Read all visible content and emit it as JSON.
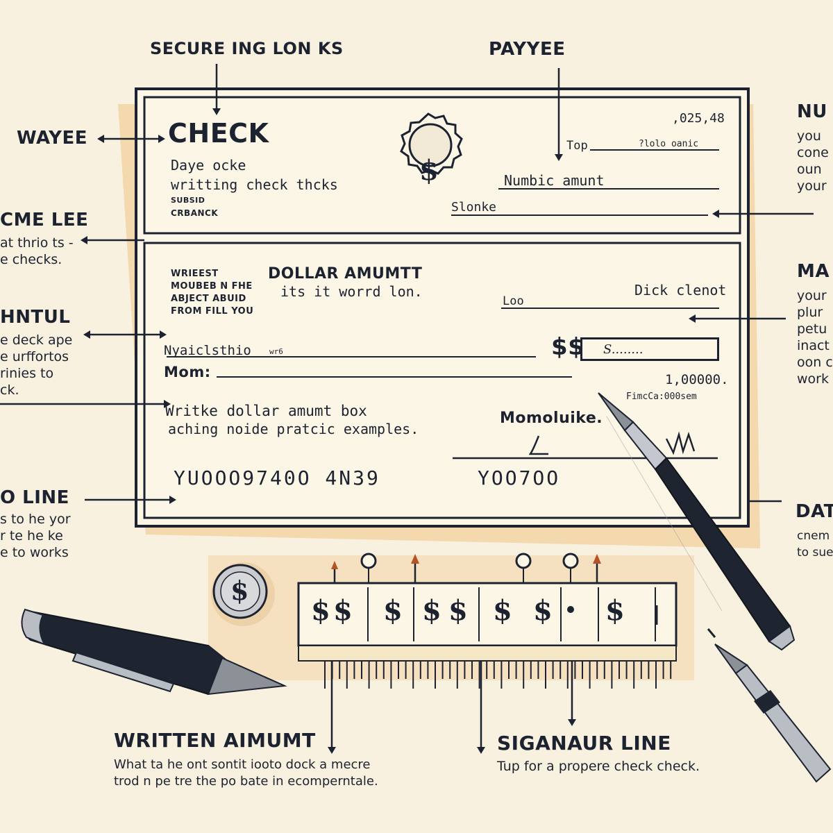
{
  "labels": {
    "top_left": "SECURE ING LON KS",
    "top_center": "PAYYEE",
    "top_right": "NU",
    "top_right_lines": [
      "you",
      "cone",
      "oun",
      "your"
    ],
    "left_1": "WAYEE",
    "left_2": "CME LEE",
    "left_2_lines": [
      "at thrio ts -",
      "e checks."
    ],
    "left_3": "HNTUL",
    "left_3_lines": [
      "e deck ape",
      "e urffortos",
      "rinies to",
      "ck."
    ],
    "left_4": "O LINE",
    "left_4_lines": [
      "s to he yor",
      "r te he ke",
      "e to works"
    ],
    "right_2": "MA",
    "right_2_lines": [
      "your",
      "plur",
      "petu",
      "inact",
      "oon c",
      "work"
    ],
    "right_3": "DAT",
    "right_3_lines": [
      "cnem",
      "to sue"
    ],
    "bottom_left_title": "WRITTEN AIMUMT",
    "bottom_left_lines": [
      "What ta he ont sontit iooto dock a mecre",
      "trod n pe tre the po bate in ecomperntale."
    ],
    "bottom_right_title": "SIGANAUR LINE",
    "bottom_right_lines": [
      "Tup for a propere check check."
    ]
  },
  "check": {
    "title": "CHECK",
    "subtitle_1": "Daye ocke",
    "subtitle_2": "writting check thcks",
    "small_1": "SUBSID",
    "small_2": "CRBANCK",
    "number": ",025,48",
    "top_line_label": "Top",
    "top_line_value": "?lolo oanic",
    "numeric_amount": "Numbic amunt",
    "signature_top": "Slonke",
    "memo_block": [
      "WRIEEST",
      "MOUBEB N FHE",
      "ABJECT ABUID",
      "FROM FILL YOU"
    ],
    "dollar_amount_heading": "DOLLAR AMUMTT",
    "dollar_amount_sub": "its it worrd lon.",
    "lo_label": "Loo",
    "dick_label": "Dick clenot",
    "pay_line": "Nyaiclsthio",
    "pay_line_small": "wr6",
    "memo_label": "Mom:",
    "currency": "$$",
    "box_text": "S........",
    "amount_numeric": "1,00000.",
    "amount_fine": "FimcCa:000sem",
    "instr_1": "Writke dollar amumt box",
    "instr_2": "aching noide pratcic examples.",
    "memo_right": "Momoluike.",
    "micr_left": "YUOOO9740O 4N39",
    "micr_right": "YOO7OO",
    "seal_symbol": "$"
  },
  "ruler": {
    "symbols": [
      "$",
      "$",
      "$",
      "$",
      "$",
      "$",
      "$",
      "$"
    ]
  },
  "coin_symbol": "$",
  "colors": {
    "background": "#f8f1df",
    "ink": "#1c2230",
    "check_paper": "#fbf6e6",
    "shadow": "#f0c58f",
    "arrow_head": "#b4532a",
    "pen_metal": "#b9bdc4"
  }
}
